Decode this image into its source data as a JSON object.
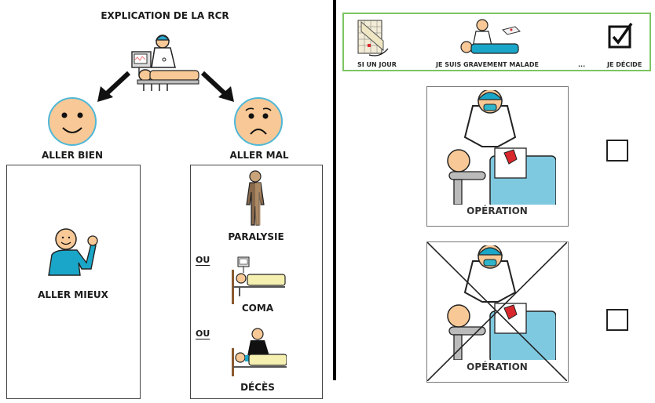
{
  "left": {
    "title": "EXPLICATION DE LA RCR",
    "outcomes": {
      "good": {
        "label": "ALLER BIEN",
        "face": "happy-face-icon"
      },
      "bad": {
        "label": "ALLER MAL",
        "face": "sad-face-icon"
      }
    },
    "good_box": {
      "label": "ALLER MIEUX"
    },
    "bad_box": {
      "items": [
        {
          "prefix": "",
          "label": "PARALYSIE"
        },
        {
          "prefix": "OU",
          "label": "COMA"
        },
        {
          "prefix": "OU",
          "label": "DÉCÈS"
        }
      ]
    }
  },
  "right": {
    "banner": {
      "items": [
        {
          "label": "SI UN JOUR",
          "icon": "calendar-icon"
        },
        {
          "label": "JE SUIS GRAVEMENT MALADE",
          "icon": "cpr-icon"
        },
        {
          "label": "...",
          "icon": ""
        },
        {
          "label": "JE DÉCIDE",
          "icon": "checked-box-icon"
        }
      ]
    },
    "choices": [
      {
        "label": "OPÉRATION",
        "crossed": false,
        "checked": false
      },
      {
        "label": "OPÉRATION",
        "crossed": true,
        "checked": false
      }
    ]
  },
  "colors": {
    "banner_border": "#7cc561",
    "skin": "#f8c896",
    "face_ring": "#4fb8d8",
    "shirt_blue": "#1aa6c8",
    "sheet_blue": "#7fc9e0",
    "blood_red": "#d8282c"
  }
}
